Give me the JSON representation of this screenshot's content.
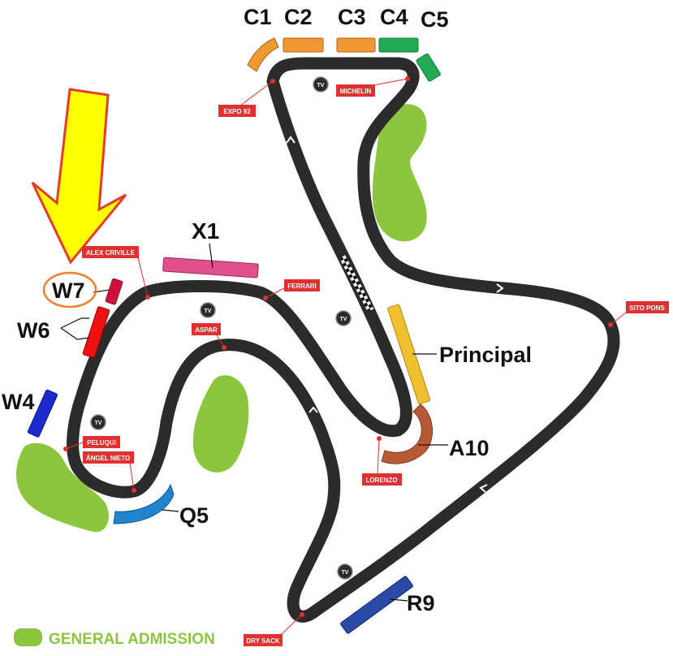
{
  "colors": {
    "track": "#2b2b2b",
    "green_area": "#8cc63f",
    "tag_red": "#e03030",
    "arrow_yellow": "#ffff00",
    "arrow_outline": "#e53b2a",
    "w7_circle": "#f08030"
  },
  "stands": {
    "c1": "C1",
    "c2": "C2",
    "c3": "C3",
    "c4": "C4",
    "c5": "C5",
    "x1": "X1",
    "w7": "W7",
    "w6": "W6",
    "w4": "W4",
    "principal": "Principal",
    "a10": "A10",
    "q5": "Q5",
    "r9": "R9"
  },
  "corners": {
    "expo92": "EXPO 92",
    "michelin": "MICHELIN",
    "alex_criville": "ALEX CRIVILLE",
    "ferrari": "FERRARI",
    "aspar": "ASPAR",
    "sito_pons": "SITO PONS",
    "peluqui": "PELUQUI",
    "angel_nieto": "ÁNGEL NIETO",
    "lorenzo": "LORENZO",
    "dry_sack": "DRY SACK"
  },
  "tv": "TV",
  "legend": {
    "general_admission": "GENERAL ADMISSION"
  },
  "icons": [
    "tv-camera-icon",
    "checkered-flag-icon",
    "direction-chevron-icon",
    "pointer-arrow-icon"
  ]
}
